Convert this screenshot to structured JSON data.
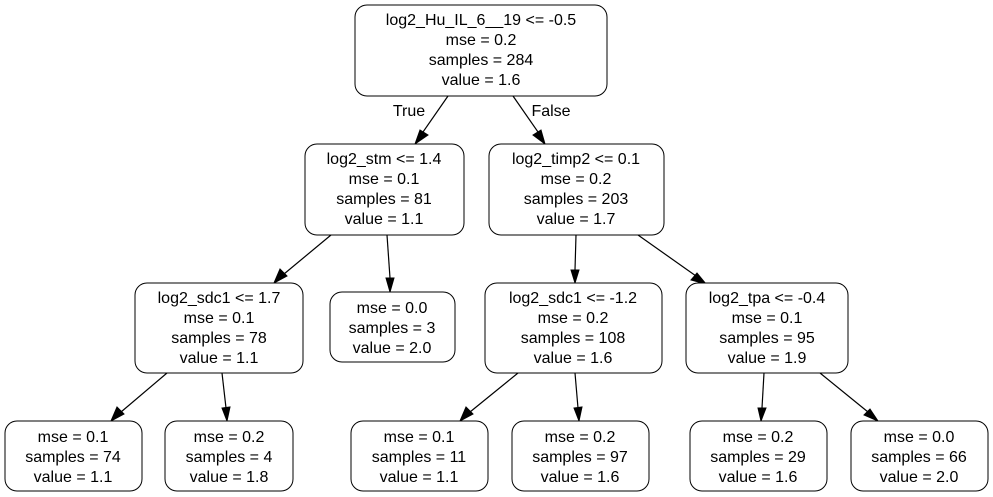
{
  "tree": {
    "branch_labels": {
      "true_label": "True",
      "false_label": "False"
    },
    "nodes": [
      {
        "id": "n0",
        "split": "log2_Hu_IL_6__19 <= -0.5",
        "mse": "mse = 0.2",
        "samples": "samples = 284",
        "value": "value = 1.6"
      },
      {
        "id": "n1",
        "split": "log2_stm <= 1.4",
        "mse": "mse = 0.1",
        "samples": "samples = 81",
        "value": "value = 1.1"
      },
      {
        "id": "n2",
        "split": "log2_timp2 <= 0.1",
        "mse": "mse = 0.2",
        "samples": "samples = 203",
        "value": "value = 1.7"
      },
      {
        "id": "n3",
        "split": "log2_sdc1 <= 1.7",
        "mse": "mse = 0.1",
        "samples": "samples = 78",
        "value": "value = 1.1"
      },
      {
        "id": "n4",
        "mse": "mse = 0.0",
        "samples": "samples = 3",
        "value": "value = 2.0"
      },
      {
        "id": "n5",
        "split": "log2_sdc1 <= -1.2",
        "mse": "mse = 0.2",
        "samples": "samples = 108",
        "value": "value = 1.6"
      },
      {
        "id": "n6",
        "split": "log2_tpa <= -0.4",
        "mse": "mse = 0.1",
        "samples": "samples = 95",
        "value": "value = 1.9"
      },
      {
        "id": "n7",
        "mse": "mse = 0.1",
        "samples": "samples = 74",
        "value": "value = 1.1"
      },
      {
        "id": "n8",
        "mse": "mse = 0.2",
        "samples": "samples = 4",
        "value": "value = 1.8"
      },
      {
        "id": "n9",
        "mse": "mse = 0.1",
        "samples": "samples = 11",
        "value": "value = 1.1"
      },
      {
        "id": "n10",
        "mse": "mse = 0.2",
        "samples": "samples = 97",
        "value": "value = 1.6"
      },
      {
        "id": "n11",
        "mse": "mse = 0.2",
        "samples": "samples = 29",
        "value": "value = 1.6"
      },
      {
        "id": "n12",
        "mse": "mse = 0.0",
        "samples": "samples = 66",
        "value": "value = 2.0"
      }
    ]
  }
}
